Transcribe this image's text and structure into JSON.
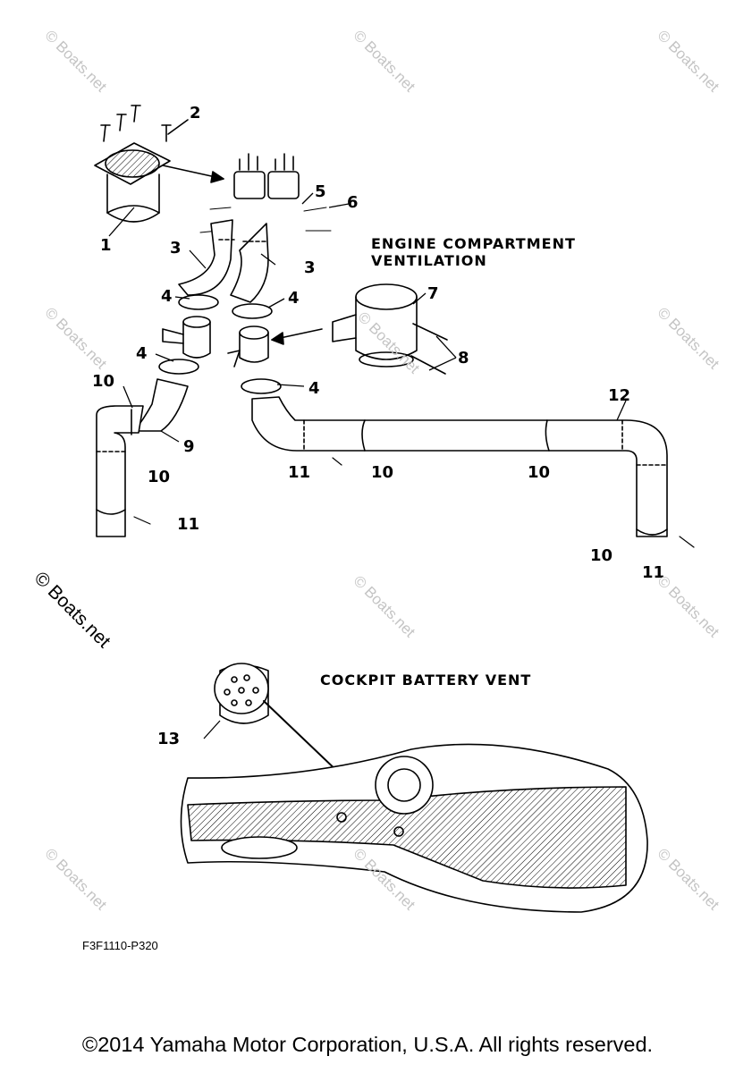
{
  "sections": {
    "engine_line1": "ENGINE COMPARTMENT",
    "engine_line2": "VENTILATION",
    "cockpit": "COCKPIT BATTERY VENT"
  },
  "callouts": [
    "1",
    "2",
    "3",
    "3",
    "4",
    "4",
    "4",
    "4",
    "5",
    "6",
    "7",
    "8",
    "9",
    "10",
    "10",
    "10",
    "10",
    "10",
    "11",
    "11",
    "11",
    "12",
    "13"
  ],
  "figure_code": "F3F1110-P320",
  "watermark": "© Boats.net",
  "copyright": "©2014 Yamaha Motor Corporation, U.S.A. All rights reserved."
}
